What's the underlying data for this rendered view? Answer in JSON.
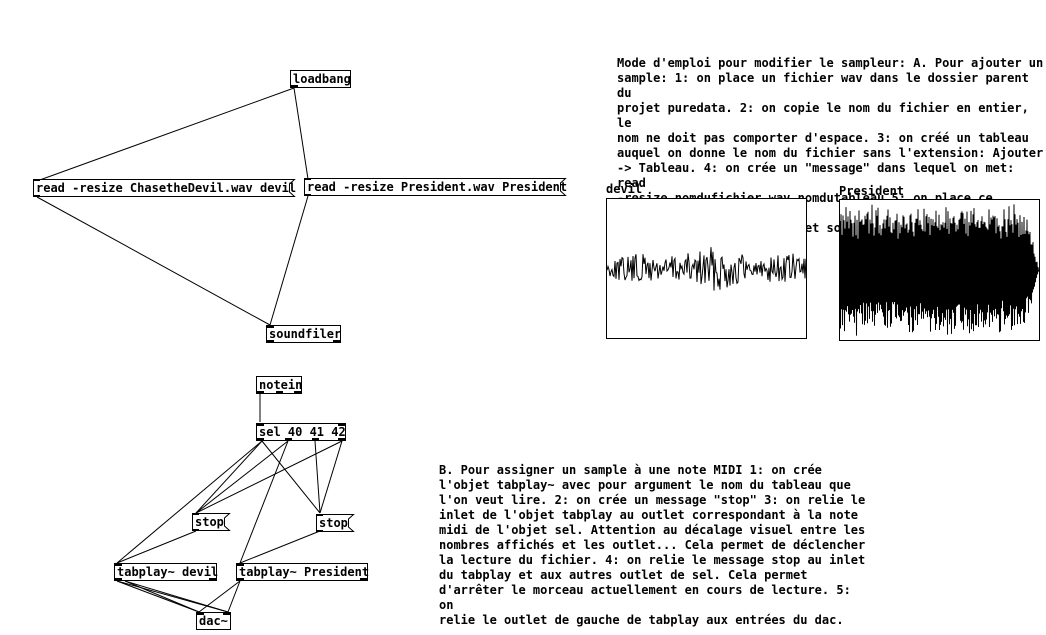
{
  "objects": {
    "loadbang": "loadbang",
    "soundfiler": "soundfiler",
    "notein": "notein",
    "sel": "sel 40 41 42",
    "tabplay_devil": "tabplay~ devil",
    "tabplay_president": "tabplay~ President",
    "dac": "dac~"
  },
  "messages": {
    "read_devil": "read -resize ChasetheDevil.wav devil",
    "read_president": "read -resize President.wav President",
    "stop_left": "stop",
    "stop_right": "stop"
  },
  "arrays": {
    "devil": {
      "name": "devil"
    },
    "president": {
      "name": "President"
    }
  },
  "comments": {
    "instructions_a": "Mode d'emploi pour modifier le sampleur: A. Pour ajouter un\nsample: 1: on place un fichier wav dans le dossier parent du\nprojet puredata. 2: on copie le nom du fichier en entier, le\nnom ne doit pas comporter d'espace. 3: on créé un tableau\nauquel on donne le nom du fichier sans l'extension: Ajouter\n-> Tableau. 4: on crée un \"message\" dans lequel on met: read\n-resize nomdufichier.wav nomdutableau 5: on place ce message\nentre le loadbang et l'objet soundfiler, on relie le tout",
    "instructions_b": "B. Pour assigner un sample à une note MIDI 1: on crée\nl'objet tabplay~ avec pour argument le nom du tableau que\nl'on veut lire. 2: on crée un message \"stop\" 3: on relie le\ninlet de l'objet tabplay au outlet correspondant à la note\nmidi de l'objet sel. Attention au décalage visuel entre les\nnombres affichés et les outlet... Cela permet de déclencher\nla lecture du fichier. 4: on relie le message stop au inlet\ndu tabplay et aux autres outlet de sel. Cela permet\nd'arrêter le morceau actuellement en cours de lecture. 5: on\nrelie le outlet de gauche de tabplay aux entrées du dac."
  },
  "colors": {
    "ink": "#000000",
    "background": "#ffffff"
  }
}
